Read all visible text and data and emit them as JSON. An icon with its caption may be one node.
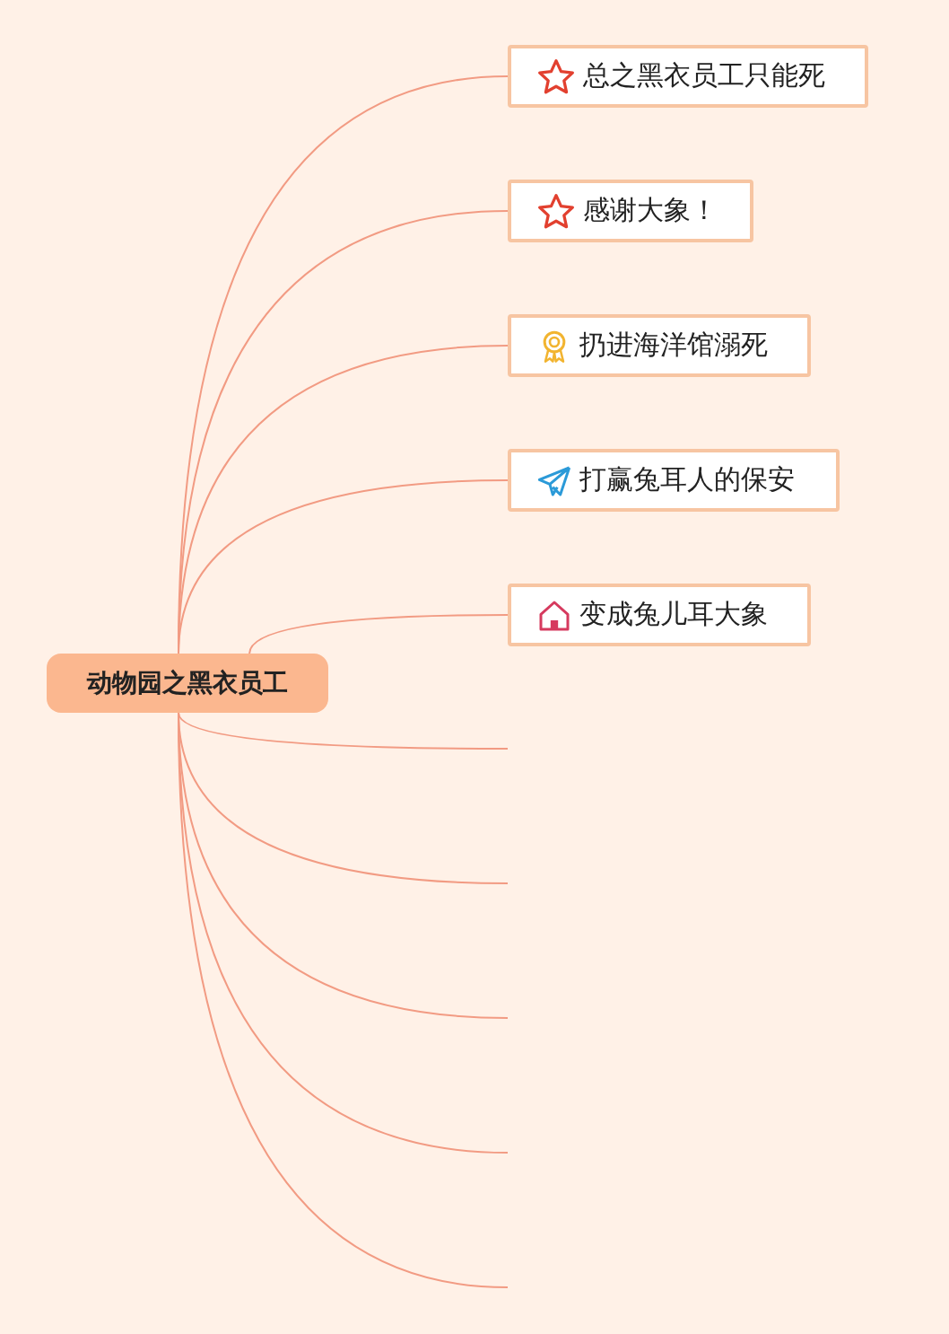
{
  "diagram": {
    "nodes": [
      {
        "text": [
          "动物园之黑衣员工"
        ]
      },
      {
        "text": [
          "总之黑衣员工只能死"
        ]
      },
      {
        "text": [
          "感谢大象！"
        ]
      },
      {
        "text": [
          "扔进海洋馆溺死"
        ]
      },
      {
        "text": [
          "打赢兔耳人的保安"
        ]
      },
      {
        "text": [
          "变成兔儿耳大象"
        ]
      }
    ],
    "edges": [
      {
        "from": 0,
        "to": 1,
        "arrow": "none"
      },
      {
        "from": 0,
        "to": 2,
        "arrow": "none"
      },
      {
        "from": 0,
        "to": 3,
        "arrow": "none"
      },
      {
        "from": 0,
        "to": 4,
        "arrow": "none"
      },
      {
        "from": 0,
        "to": 5,
        "arrow": "none"
      },
      {
        "from": 0,
        "to": null,
        "arrow": "none"
      },
      {
        "from": 0,
        "to": null,
        "arrow": "none"
      },
      {
        "from": 0,
        "to": null,
        "arrow": "none"
      },
      {
        "from": 0,
        "to": null,
        "arrow": "none"
      },
      {
        "from": 0,
        "to": null,
        "arrow": "none"
      }
    ]
  }
}
